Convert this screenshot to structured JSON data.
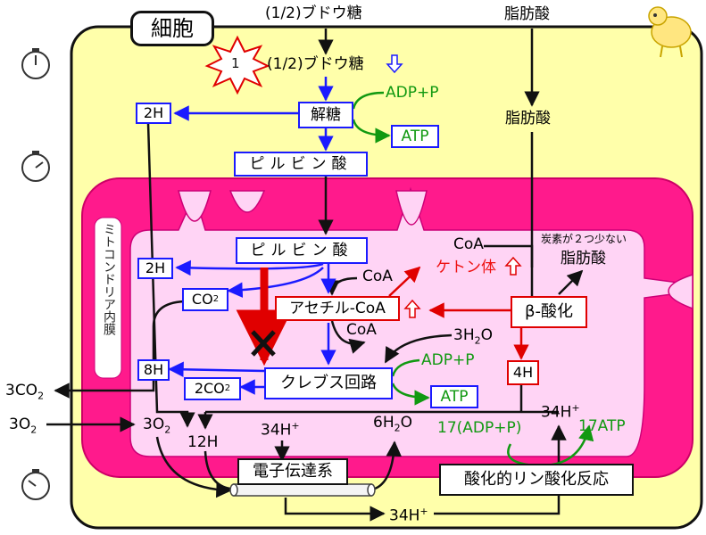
{
  "cell_label": "細胞",
  "membrane_label": "ミトコンドリア内膜",
  "badge": "1",
  "glucose_top": "(1/2)ブドウ糖",
  "glucose_in": "(1/2)ブドウ糖",
  "fatty_acid_top": "脂肪酸",
  "fatty_acid_in": "脂肪酸",
  "fatty_acid_short_note": "炭素が２つ少ない",
  "fatty_acid_short": "脂肪酸",
  "glycolysis": "解糖",
  "adp_p_1": "ADP+P",
  "atp_1": "ATP",
  "h2_top": "2H",
  "pyruvate_out": "ピルビン酸",
  "pyruvate_in": "ピルビン酸",
  "h2_mito": "2H",
  "co2": "CO",
  "co2_sub": "2",
  "coa_1": "CoA",
  "coa_2": "CoA",
  "coa_3": "CoA",
  "ketone": "ケトン体",
  "acetyl_coa": "アセチル-CoA",
  "beta_ox": "β-酸化",
  "h2o_3": "3H",
  "h2o_3_sub": "2",
  "h2o_3_tail": "O",
  "adp_p_2": "ADP+P",
  "h8": "8H",
  "co2_2": "2CO",
  "co2_2_sub": "2",
  "krebs": "クレブス回路",
  "atp_2": "ATP",
  "h4": "4H",
  "co2_3": "3CO",
  "co2_3_sub": "2",
  "o2_3": "3O",
  "o2_3_sub": "2",
  "o2_in": "3O",
  "o2_in_sub": "2",
  "h12": "12H",
  "h34_a": "34H",
  "h34_a_sup": "+",
  "h2o_6": "6H",
  "h2o_6_sub": "2",
  "h2o_6_tail": "O",
  "adp_p_17": "17(ADP+P)",
  "atp_17": "17ATP",
  "h34_b": "34H",
  "h34_b_sup": "+",
  "electron_transport": "電子伝達系",
  "ox_phos": "酸化的リン酸化反応",
  "h34_c": "34H",
  "h34_c_sup": "+",
  "colors": {
    "cytoplasm": "#ffffaa",
    "mito_outer": "#ff1a8c",
    "matrix": "#ffd4f5",
    "blue": "#1a1aff",
    "red": "#e00000",
    "green": "#119911"
  },
  "icons": [
    "clock-icon",
    "clock-icon",
    "clock-icon",
    "lamb-icon",
    "explosion-icon",
    "up-arrow-icon",
    "down-arrow-icon",
    "block-x-icon"
  ]
}
